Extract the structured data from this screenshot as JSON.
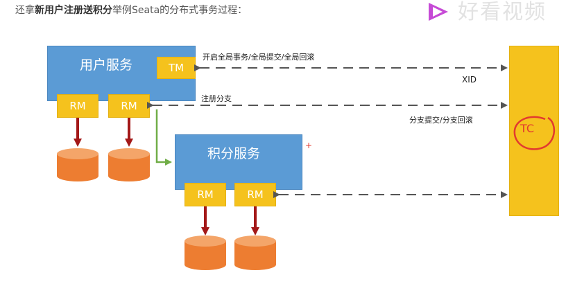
{
  "caption": {
    "prefix": "还拿",
    "bold": "新用户注册送积分",
    "suffix": "举例Seata的分布式事务过程："
  },
  "watermark": {
    "text": "好看视频"
  },
  "services": {
    "user": {
      "label": "用户服务"
    },
    "points": {
      "label": "积分服务"
    }
  },
  "boxes": {
    "tm": "TM",
    "rm": "RM",
    "tc": "TC"
  },
  "arrows": {
    "tm_label": "开启全局事务/全局提交/全局回滚",
    "xid_label": "XID",
    "register_label": "注册分支",
    "branch_label": "分支提交/分支回滚"
  },
  "colors": {
    "service": "#5b9bd5",
    "yellow": "#f5c21d",
    "db": "#ed7d31",
    "red_arrow": "#a31818",
    "green_arrow": "#70ad47",
    "dash": "#555555",
    "annotation": "#e23a2f"
  }
}
